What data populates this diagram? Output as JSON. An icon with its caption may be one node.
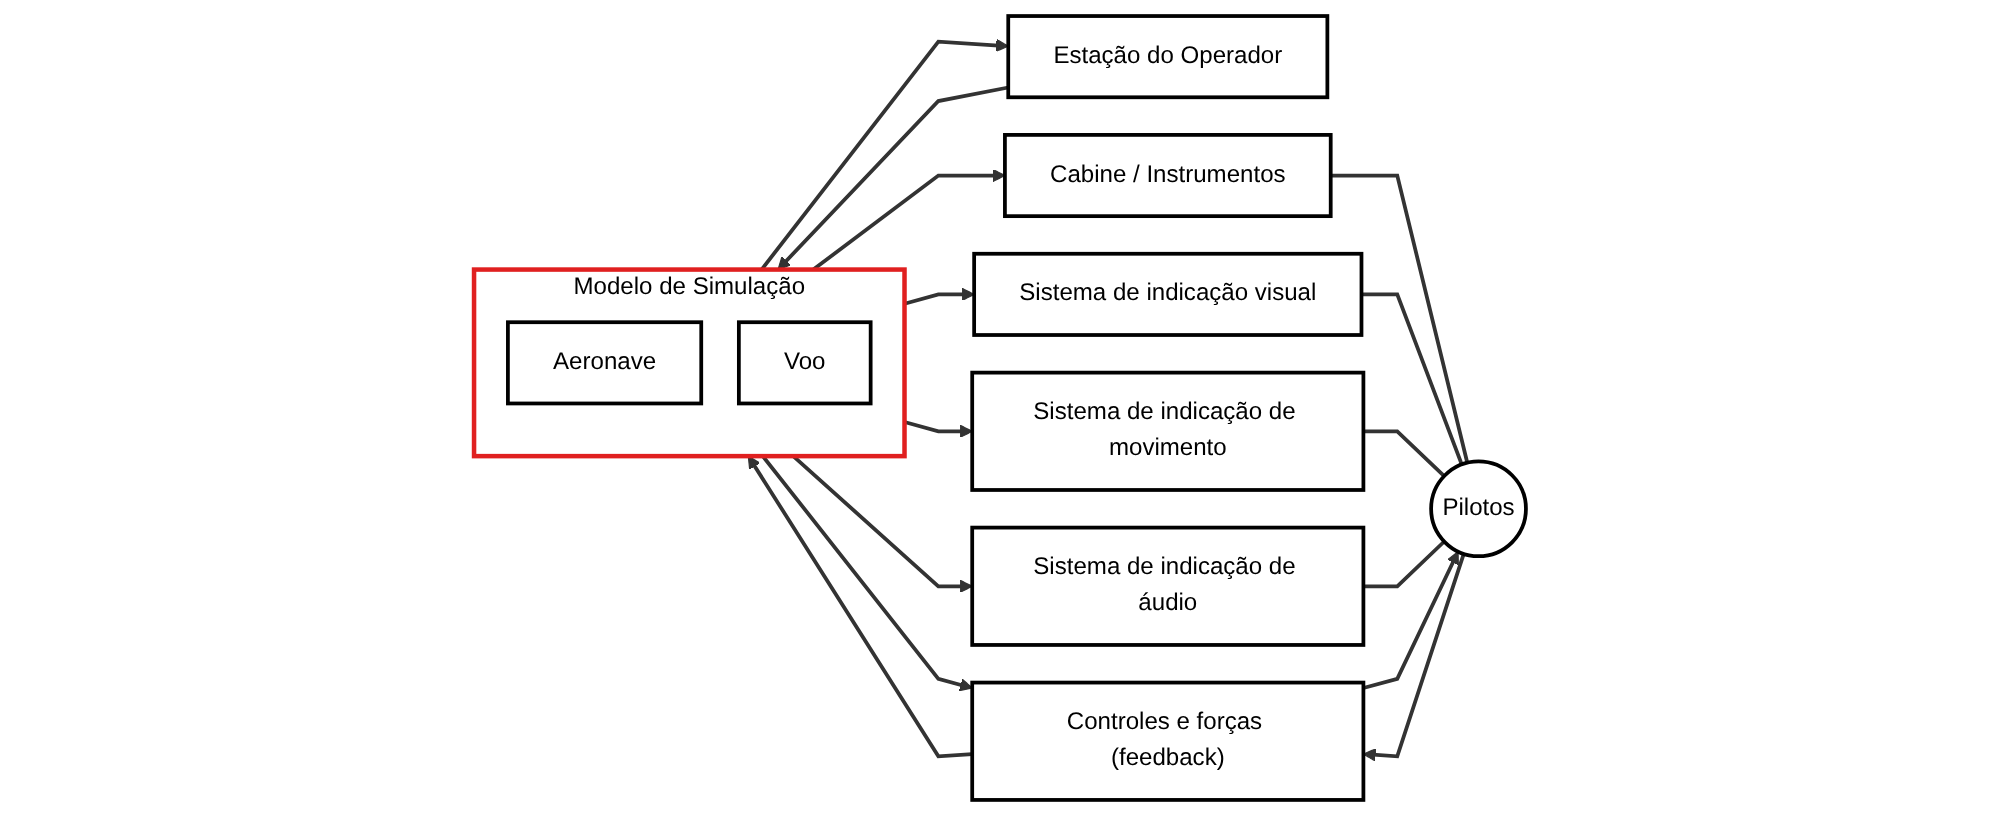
{
  "diagram": {
    "nodes": [
      {
        "text": [
          "Modelo de Simulação"
        ]
      },
      {
        "text": [
          "Aeronave"
        ],
        "in": 0
      },
      {
        "text": [
          "Voo"
        ],
        "in": 0
      },
      {
        "text": [
          "Estação do Operador"
        ]
      },
      {
        "text": [
          "Cabine / Instrumentos"
        ]
      },
      {
        "text": [
          "Sistema de indicação visual"
        ]
      },
      {
        "text": [
          "Sistema de indicação de movimento"
        ]
      },
      {
        "text": [
          "Sistema de indicação de áudio"
        ]
      },
      {
        "text": [
          "Controles e forças (feedback)"
        ]
      },
      {
        "text": [
          "Pilotos"
        ]
      }
    ],
    "edges": [
      {
        "from": 8,
        "to": 0,
        "arrow": "to"
      },
      {
        "from": 0,
        "to": 8,
        "arrow": "to"
      },
      {
        "from": 0,
        "to": 3,
        "arrow": "to"
      },
      {
        "from": 3,
        "to": 0,
        "arrow": "to"
      },
      {
        "from": 0,
        "to": 4,
        "arrow": "to"
      },
      {
        "from": 0,
        "to": 5,
        "arrow": "to"
      },
      {
        "from": 0,
        "to": 6,
        "arrow": "to"
      },
      {
        "from": 0,
        "to": 7,
        "arrow": "to"
      },
      {
        "from": 4,
        "to": 9,
        "arrow": "none"
      },
      {
        "from": 5,
        "to": 9,
        "arrow": "none"
      },
      {
        "from": 6,
        "to": 9,
        "arrow": "none"
      },
      {
        "from": 7,
        "to": 9,
        "arrow": "none"
      },
      {
        "from": 8,
        "to": 9,
        "arrow": "to"
      },
      {
        "from": 9,
        "to": 8,
        "arrow": "to"
      }
    ]
  }
}
